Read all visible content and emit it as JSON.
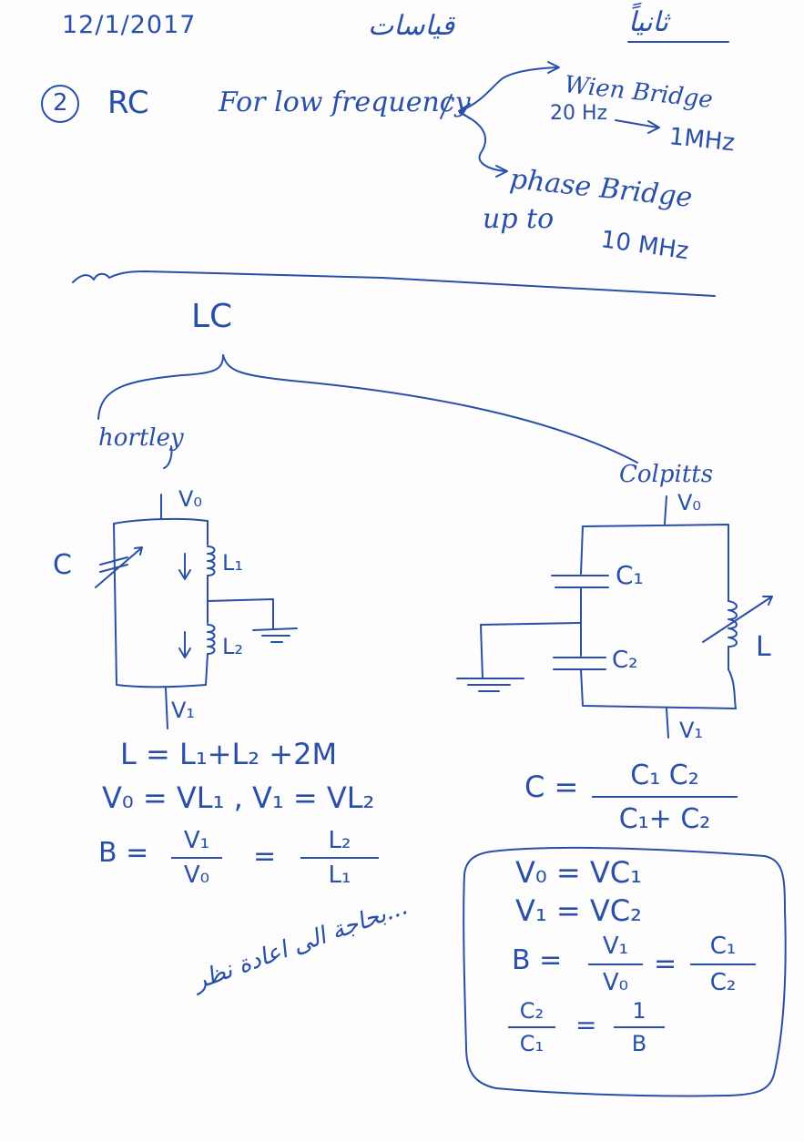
{
  "header": {
    "date": "12/1/2017",
    "subject_arabic": "قياسات",
    "section_arabic": "ثانياً"
  },
  "rc_section": {
    "number": "2",
    "title": "RC",
    "note": "For low frequency",
    "wien": {
      "name": "Wien Bridge",
      "range_start": "20 Hz",
      "range_end": "1MHz"
    },
    "phase": {
      "name": "phase Bridge",
      "limit_label": "up to",
      "limit_value": "10 MHz"
    }
  },
  "lc_section": {
    "title": "LC",
    "hartley": {
      "name": "hortley",
      "labels": {
        "v0": "V₀",
        "v1": "V₁",
        "c": "C",
        "l1": "L₁",
        "l2": "L₂"
      },
      "eq_l": "L = L₁+L₂ +2M",
      "eq_v": "V₀ = VL₁   , V₁ = VL₂",
      "eq_b_prefix": "B =",
      "eq_b_num1": "V₁",
      "eq_b_den1": "V₀",
      "eq_b_eq": "=",
      "eq_b_num2": "L₂",
      "eq_b_den2": "L₁"
    },
    "colpitts": {
      "name": "Colpitts",
      "labels": {
        "v0": "V₀",
        "v1": "V₁",
        "c1": "C₁",
        "c2": "C₂",
        "l": "L"
      },
      "eq_c_prefix": "C =",
      "eq_c_num": "C₁ C₂",
      "eq_c_den": "C₁+ C₂",
      "box_v0": "V₀ = VC₁",
      "box_v1": "V₁ = VC₂",
      "box_b_prefix": "B =",
      "box_b_num1": "V₁",
      "box_b_den1": "V₀",
      "box_b_eq": "=",
      "box_b_num2": "C₁",
      "box_b_den2": "C₂",
      "box_r_num1": "C₂",
      "box_r_den1": "C₁",
      "box_r_eq": "=",
      "box_r_num2": "1",
      "box_r_den2": "B"
    }
  },
  "footnote_arabic": "بحاجة الى اعادة نظر...",
  "colors": {
    "ink": "#2a4fa8",
    "paper": "#fdfdfd"
  }
}
